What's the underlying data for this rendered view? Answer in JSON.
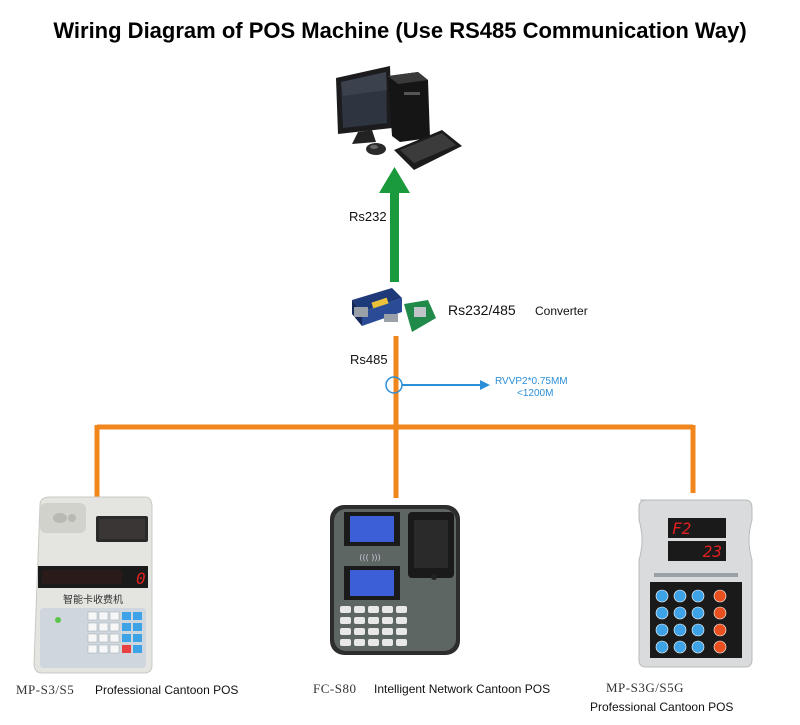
{
  "title": "Wiring Diagram of POS Machine (Use RS485 Communication Way)",
  "labels": {
    "rs232": "Rs232",
    "converter_name": "Rs232/485",
    "converter_word": "Converter",
    "rs485": "Rs485",
    "cable_spec": "RVVP2*0.75MM",
    "cable_length": "<1200M"
  },
  "devices": [
    {
      "model": "MP-S3/S5",
      "desc": "Professional Cantoon POS",
      "display": "0",
      "brand_text": "智能卡收费机"
    },
    {
      "model": "FC-S80",
      "desc": "Intelligent Network Cantoon POS"
    },
    {
      "model": "MP-S3G/S5G",
      "desc": "Professional Cantoon POS",
      "display_top": "F2",
      "display_bottom": "23"
    }
  ],
  "colors": {
    "bus": "#f0861c",
    "rs232_arrow": "#1a9a3c",
    "callout": "#2b8fd8",
    "cable_text": "#2b8fd8",
    "led": "#e02020"
  }
}
